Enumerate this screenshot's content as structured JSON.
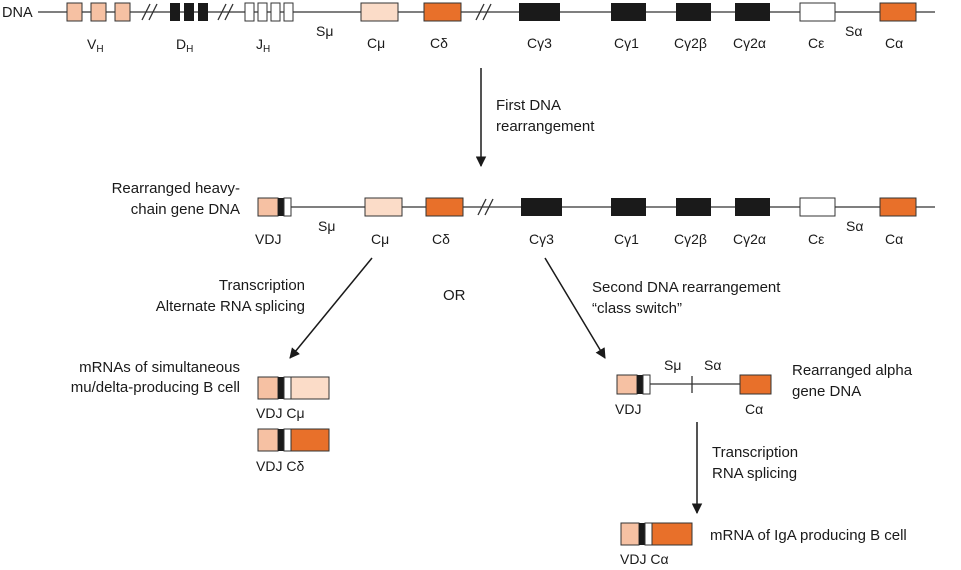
{
  "colors": {
    "light_peach": "#f6c1a3",
    "pale_peach": "#fbdcc8",
    "orange": "#e8702a",
    "black": "#1a1a1a",
    "white": "#ffffff",
    "line": "#333333"
  },
  "top_row": {
    "dna_label": "DNA",
    "segments": {
      "vh": "V",
      "vh_sub": "H",
      "dh": "D",
      "dh_sub": "H",
      "jh": "J",
      "jh_sub": "H",
      "smu": "Sμ",
      "cmu": "Cμ",
      "cdelta": "Cδ",
      "cg3": "Cγ3",
      "cg1": "Cγ1",
      "cg2b": "Cγ2β",
      "cg2a": "Cγ2α",
      "ceps": "Cε",
      "salpha": "Sα",
      "calpha": "Cα"
    }
  },
  "step1": {
    "line1": "First DNA",
    "line2": "rearrangement"
  },
  "middle_row": {
    "desc_line1": "Rearranged heavy-",
    "desc_line2": "chain gene DNA",
    "segments": {
      "vdj": "VDJ",
      "smu": "Sμ",
      "cmu": "Cμ",
      "cdelta": "Cδ",
      "cg3": "Cγ3",
      "cg1": "Cγ1",
      "cg2b": "Cγ2β",
      "cg2a": "Cγ2α",
      "ceps": "Cε",
      "salpha": "Sα",
      "calpha": "Cα"
    }
  },
  "left_branch": {
    "line1": "Transcription",
    "line2": "Alternate RNA splicing",
    "desc_line1": "mRNAs of simultaneous",
    "desc_line2": "mu/delta-producing B cell",
    "mrna1_label": "VDJ Cμ",
    "mrna2_label": "VDJ Cδ"
  },
  "or_label": "OR",
  "right_branch": {
    "line1": "Second DNA rearrangement",
    "line2": "“class switch”",
    "smu": "Sμ",
    "salpha": "Sα",
    "vdj": "VDJ",
    "calpha": "Cα",
    "desc_line1": "Rearranged alpha",
    "desc_line2": "gene DNA",
    "step_line1": "Transcription",
    "step_line2": "RNA splicing",
    "final_desc": "mRNA of IgA producing B cell",
    "final_label": "VDJ Cα"
  }
}
